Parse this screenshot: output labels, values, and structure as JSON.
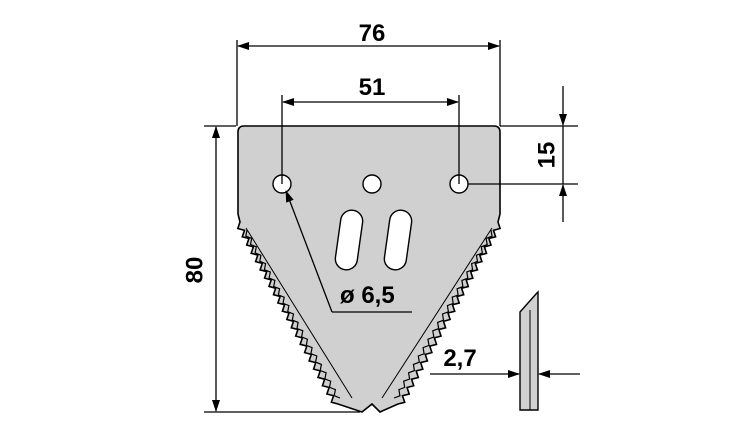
{
  "drawing": {
    "dimensions": {
      "overall_width": "76",
      "hole_spacing": "51",
      "hole_offset": "15",
      "overall_height": "80",
      "hole_diameter": "ø 6,5",
      "thickness": "2,7"
    },
    "colors": {
      "blade_fill": "#d0d0d0",
      "line": "#000000",
      "background": "#ffffff"
    }
  }
}
